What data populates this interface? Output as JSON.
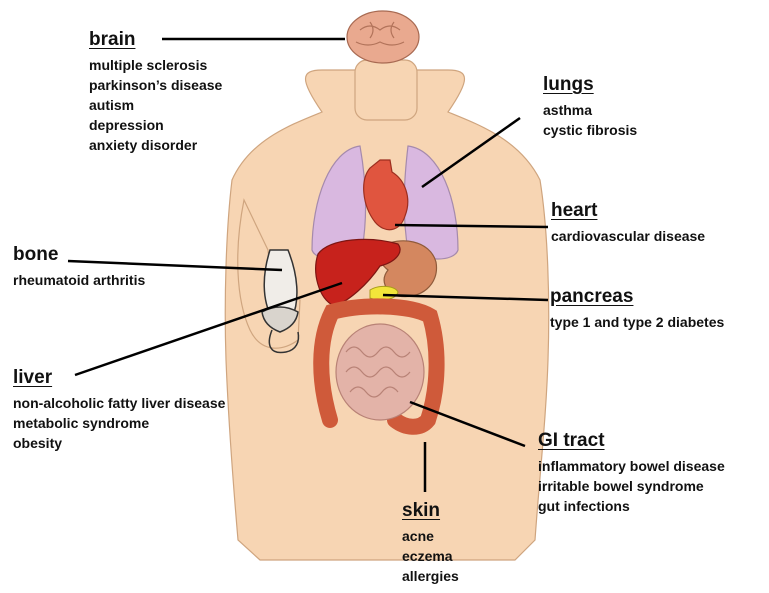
{
  "colors": {
    "skin": "#f7d5b3",
    "skin_outline": "#cfa57f",
    "lungs": "#d9b8e0",
    "heart": "#e0553f",
    "liver": "#c7221c",
    "stomach": "#d4875f",
    "pancreas": "#f2e53a",
    "intestine": "#e3b3a8",
    "colon": "#cf5a3a",
    "brain": "#e9a98f"
  },
  "icons": [
    "brain-icon",
    "lungs-icon",
    "heart-icon",
    "liver-icon",
    "stomach-icon",
    "pancreas-icon",
    "small-intestine-icon",
    "colon-icon",
    "bone-joint-icon"
  ],
  "organs": {
    "brain": {
      "title": "brain",
      "conditions": [
        "multiple sclerosis",
        "parkinson’s disease",
        "autism",
        "depression",
        "anxiety disorder"
      ]
    },
    "lungs": {
      "title": "lungs",
      "conditions": [
        "asthma",
        "cystic fibrosis"
      ]
    },
    "heart": {
      "title": "heart",
      "conditions": [
        "cardiovascular disease"
      ]
    },
    "bone": {
      "title": "bone",
      "conditions": [
        "rheumatoid arthritis"
      ]
    },
    "pancreas": {
      "title": "pancreas",
      "conditions": [
        "type 1 and type 2 diabetes"
      ]
    },
    "liver": {
      "title": "liver",
      "conditions": [
        "non-alcoholic fatty liver disease",
        "metabolic syndrome",
        "obesity"
      ]
    },
    "gi_tract": {
      "title": "GI tract",
      "conditions": [
        "inflammatory bowel disease",
        "irritable bowel syndrome",
        "gut infections"
      ]
    },
    "skin": {
      "title": "skin",
      "conditions": [
        "acne",
        "eczema",
        "allergies"
      ]
    }
  }
}
